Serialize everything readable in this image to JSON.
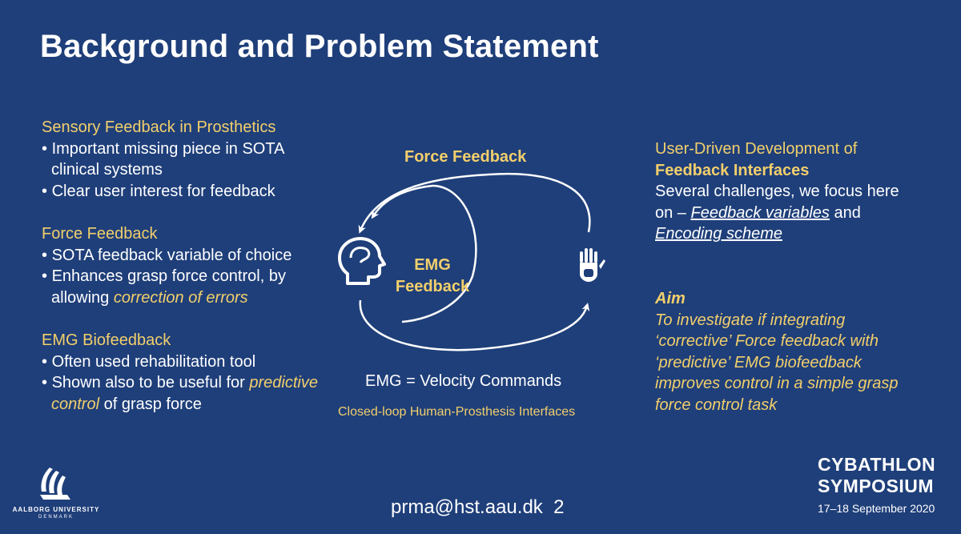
{
  "title": "Background and Problem Statement",
  "left": {
    "s1_heading": "Sensory Feedback in Prosthetics",
    "s1_b1": "Important missing piece in SOTA clinical systems",
    "s1_b2": "Clear user interest for feedback",
    "s2_heading": "Force Feedback",
    "s2_b1": "SOTA feedback variable of choice",
    "s2_b2_pre": "Enhances grasp force control, by allowing ",
    "s2_b2_em": "correction of errors",
    "s3_heading": "EMG Biofeedback",
    "s3_b1": "Often used rehabilitation tool",
    "s3_b2_pre": "Shown also to be useful for ",
    "s3_b2_em": "predictive control",
    "s3_b2_post": " of grasp force"
  },
  "diagram": {
    "force_feedback": "Force Feedback",
    "emg_feedback_1": "EMG",
    "emg_feedback_2": "Feedback",
    "velocity": "EMG = Velocity Commands",
    "closed_loop": "Closed-loop Human-Prosthesis Interfaces",
    "head_icon": "head-icon",
    "hand_icon": "prosthetic-hand-icon"
  },
  "right": {
    "heading_1": "User-Driven Development of",
    "heading_2": "Feedback Interfaces",
    "text_pre": "Several challenges, we focus here on – ",
    "link_1": "Feedback variables",
    "text_mid": " and ",
    "link_2": "Encoding scheme",
    "aim_heading": "Aim",
    "aim_text": "To investigate if integrating ‘corrective’ Force feedback with ‘predictive’ EMG biofeedback improves control in a simple grasp force control task"
  },
  "footer": {
    "email": "prma@hst.aau.dk",
    "page": "2",
    "university": "AALBORG UNIVERSITY",
    "country": "DENMARK",
    "event_1": "CYBATHLON",
    "event_2": "SYMPOSIUM",
    "event_date": "17–18 September 2020"
  },
  "colors": {
    "background": "#1f3f7a",
    "accent": "#f2cf6b",
    "text": "#ffffff"
  }
}
